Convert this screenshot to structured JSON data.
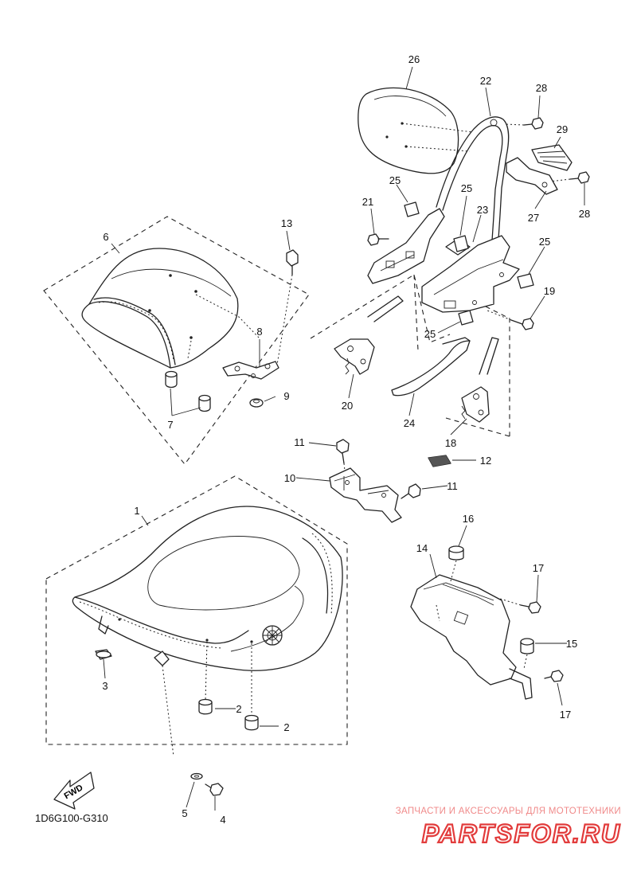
{
  "diagram_code": "1D6G100-G310",
  "fwd_label": "FWD",
  "watermark": {
    "tagline": "ЗАПЧАСТИ И АКСЕССУАРЫ ДЛЯ МОТОТЕХНИКИ",
    "brand": "PARTSFOR.RU"
  },
  "callouts": {
    "c1": "1",
    "c2a": "2",
    "c2b": "2",
    "c3": "3",
    "c4": "4",
    "c5": "5",
    "c6": "6",
    "c7": "7",
    "c8": "8",
    "c9": "9",
    "c10": "10",
    "c11a": "11",
    "c11b": "11",
    "c12": "12",
    "c13": "13",
    "c14": "14",
    "c15": "15",
    "c16": "16",
    "c17a": "17",
    "c17b": "17",
    "c18": "18",
    "c19": "19",
    "c20": "20",
    "c21": "21",
    "c22": "22",
    "c23": "23",
    "c24": "24",
    "c25a": "25",
    "c25b": "25",
    "c25c": "25",
    "c25d": "25",
    "c26": "26",
    "c27": "27",
    "c28a": "28",
    "c28b": "28",
    "c29": "29"
  }
}
